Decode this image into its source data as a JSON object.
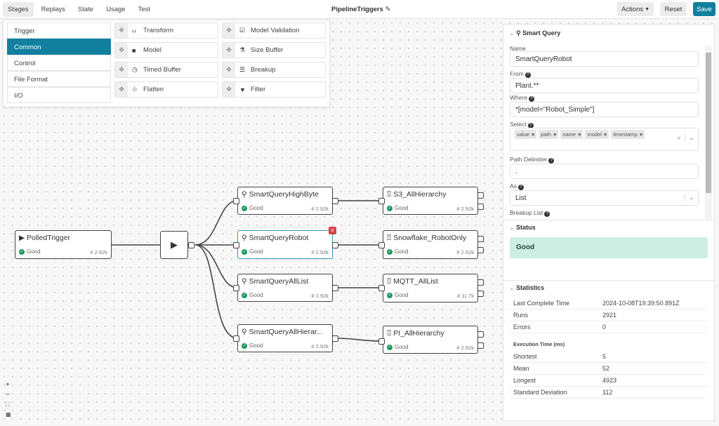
{
  "topbar": {
    "tabs": [
      "Stages",
      "Replays",
      "State",
      "Usage",
      "Test"
    ],
    "title": "PipelineTriggers",
    "actions": "Actions",
    "reset": "Reset",
    "save": "Save",
    "accent": "#11809f"
  },
  "palette": {
    "categories": [
      "Trigger",
      "Common",
      "Control",
      "File Format",
      "I/O"
    ],
    "active": "Common",
    "stages": [
      {
        "label": "Transform",
        "icon": "code-icon"
      },
      {
        "label": "Model Validation",
        "icon": "check-square-icon"
      },
      {
        "label": "Model",
        "icon": "cube-icon"
      },
      {
        "label": "Size Buffer",
        "icon": "buffer-icon"
      },
      {
        "label": "Timed Buffer",
        "icon": "clock-icon"
      },
      {
        "label": "Breakup",
        "icon": "list-icon"
      },
      {
        "label": "Flatten",
        "icon": "flatten-icon"
      },
      {
        "label": "Filter",
        "icon": "filter-icon"
      }
    ]
  },
  "nodes": [
    {
      "name": "PolledTrigger",
      "status": "Good",
      "count": "# 2.92k"
    },
    {
      "name": "SmartQueryHighByte",
      "status": "Good",
      "count": "# 2.92k"
    },
    {
      "name": "SmartQueryRobot",
      "status": "Good",
      "count": "# 2.92k"
    },
    {
      "name": "SmartQueryAllList",
      "status": "Good",
      "count": "# 2.92k"
    },
    {
      "name": "SmartQueryAllHierar...",
      "status": "Good",
      "count": "# 2.92k"
    },
    {
      "name": "S3_AllHierarchy",
      "status": "Good",
      "count": "# 2.92k"
    },
    {
      "name": "Snowflake_RobotOnly",
      "status": "Good",
      "count": "# 2.92k"
    },
    {
      "name": "MQTT_AllList",
      "status": "Good",
      "count": "# 11.7k"
    },
    {
      "name": "PI_AllHierarchy",
      "status": "Good",
      "count": "# 2.92k"
    }
  ],
  "panel": {
    "title": "Smart Query",
    "name_label": "Name",
    "name": "SmartQueryRobot",
    "from_label": "From",
    "from": "Plant.**",
    "where_label": "Where",
    "where": "*[model=\"Robot_Simple\"]",
    "select_label": "Select",
    "select": [
      "value",
      "path",
      "name",
      "model",
      "timestamp"
    ],
    "delim_label": "Path Delimiter",
    "delim": ".",
    "as_label": "As",
    "as": "List",
    "breakup_label": "Breakup List",
    "status_title": "Status",
    "status": "Good",
    "status_color": "#cdeee2",
    "stats_title": "Statistics",
    "stats": [
      {
        "k": "Last Complete Time",
        "v": "2024-10-08T19:39:50.891Z"
      },
      {
        "k": "Runs",
        "v": "2921"
      },
      {
        "k": "Errors",
        "v": "0"
      }
    ],
    "exec_title": "Execution Time (ms)",
    "exec": [
      {
        "k": "Shortest",
        "v": "5"
      },
      {
        "k": "Mean",
        "v": "52"
      },
      {
        "k": "Longest",
        "v": "4923"
      },
      {
        "k": "Standard Deviation",
        "v": "112"
      }
    ]
  },
  "zoom_controls": {
    "in": "+",
    "out": "−",
    "fit": "⛶",
    "map": "▦"
  }
}
